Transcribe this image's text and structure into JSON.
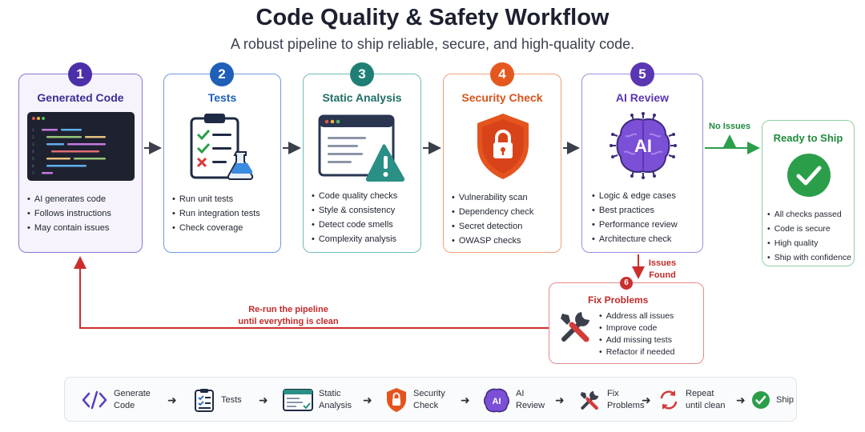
{
  "header": {
    "title": "Code Quality & Safety Workflow",
    "subtitle": "A robust pipeline to ship reliable, secure, and high-quality code."
  },
  "colors": {
    "generated_code": "#5b3ec2",
    "tests": "#2266c2",
    "static_analysis": "#2a8f84",
    "security_check": "#e4571f",
    "ai_review": "#6a3fc0",
    "ready": "#2b9e4a",
    "fix": "#cc2e2e"
  },
  "stages": [
    {
      "number": "1",
      "title": "Generated Code",
      "icon": "code-editor-icon",
      "bullets": [
        "AI generates code",
        "Follows instructions",
        "May contain issues"
      ]
    },
    {
      "number": "2",
      "title": "Tests",
      "icon": "checklist-flask-icon",
      "bullets": [
        "Run unit tests",
        "Run integration tests",
        "Check coverage"
      ]
    },
    {
      "number": "3",
      "title": "Static Analysis",
      "icon": "window-warning-icon",
      "bullets": [
        "Code quality checks",
        "Style & consistency",
        "Detect code smells",
        "Complexity analysis"
      ]
    },
    {
      "number": "4",
      "title": "Security Check",
      "icon": "shield-lock-icon",
      "bullets": [
        "Vulnerability scan",
        "Dependency check",
        "Secret detection",
        "OWASP checks"
      ]
    },
    {
      "number": "5",
      "title": "AI Review",
      "icon": "ai-brain-icon",
      "icon_text": "AI",
      "bullets": [
        "Logic & edge cases",
        "Best practices",
        "Performance review",
        "Architecture check"
      ]
    }
  ],
  "ready": {
    "title": "Ready to Ship",
    "icon": "check-circle-icon",
    "bullets": [
      "All checks passed",
      "Code is secure",
      "High quality",
      "Ship with confidence"
    ]
  },
  "fix": {
    "number": "6",
    "title": "Fix Problems",
    "icon": "tools-icon",
    "bullets": [
      "Address all issues",
      "Improve code",
      "Add missing tests",
      "Refactor if needed"
    ]
  },
  "flow_labels": {
    "no_issues": "No Issues",
    "issues_found_line1": "Issues",
    "issues_found_line2": "Found",
    "rerun_line1": "Re-run the pipeline",
    "rerun_line2": "until everything is clean"
  },
  "legend": [
    {
      "label": "Generate\nCode",
      "icon": "code-brackets-icon"
    },
    {
      "label": "Tests",
      "icon": "clipboard-icon"
    },
    {
      "label": "Static\nAnalysis",
      "icon": "window-icon"
    },
    {
      "label": "Security\nCheck",
      "icon": "shield-lock-icon"
    },
    {
      "label": "AI\nReview",
      "icon": "ai-brain-icon",
      "icon_text": "AI"
    },
    {
      "label": "Fix\nProblems",
      "icon": "tools-icon"
    },
    {
      "label": "Repeat\nuntil clean",
      "icon": "repeat-arrows-icon"
    },
    {
      "label": "Ship",
      "icon": "check-circle-icon"
    }
  ]
}
